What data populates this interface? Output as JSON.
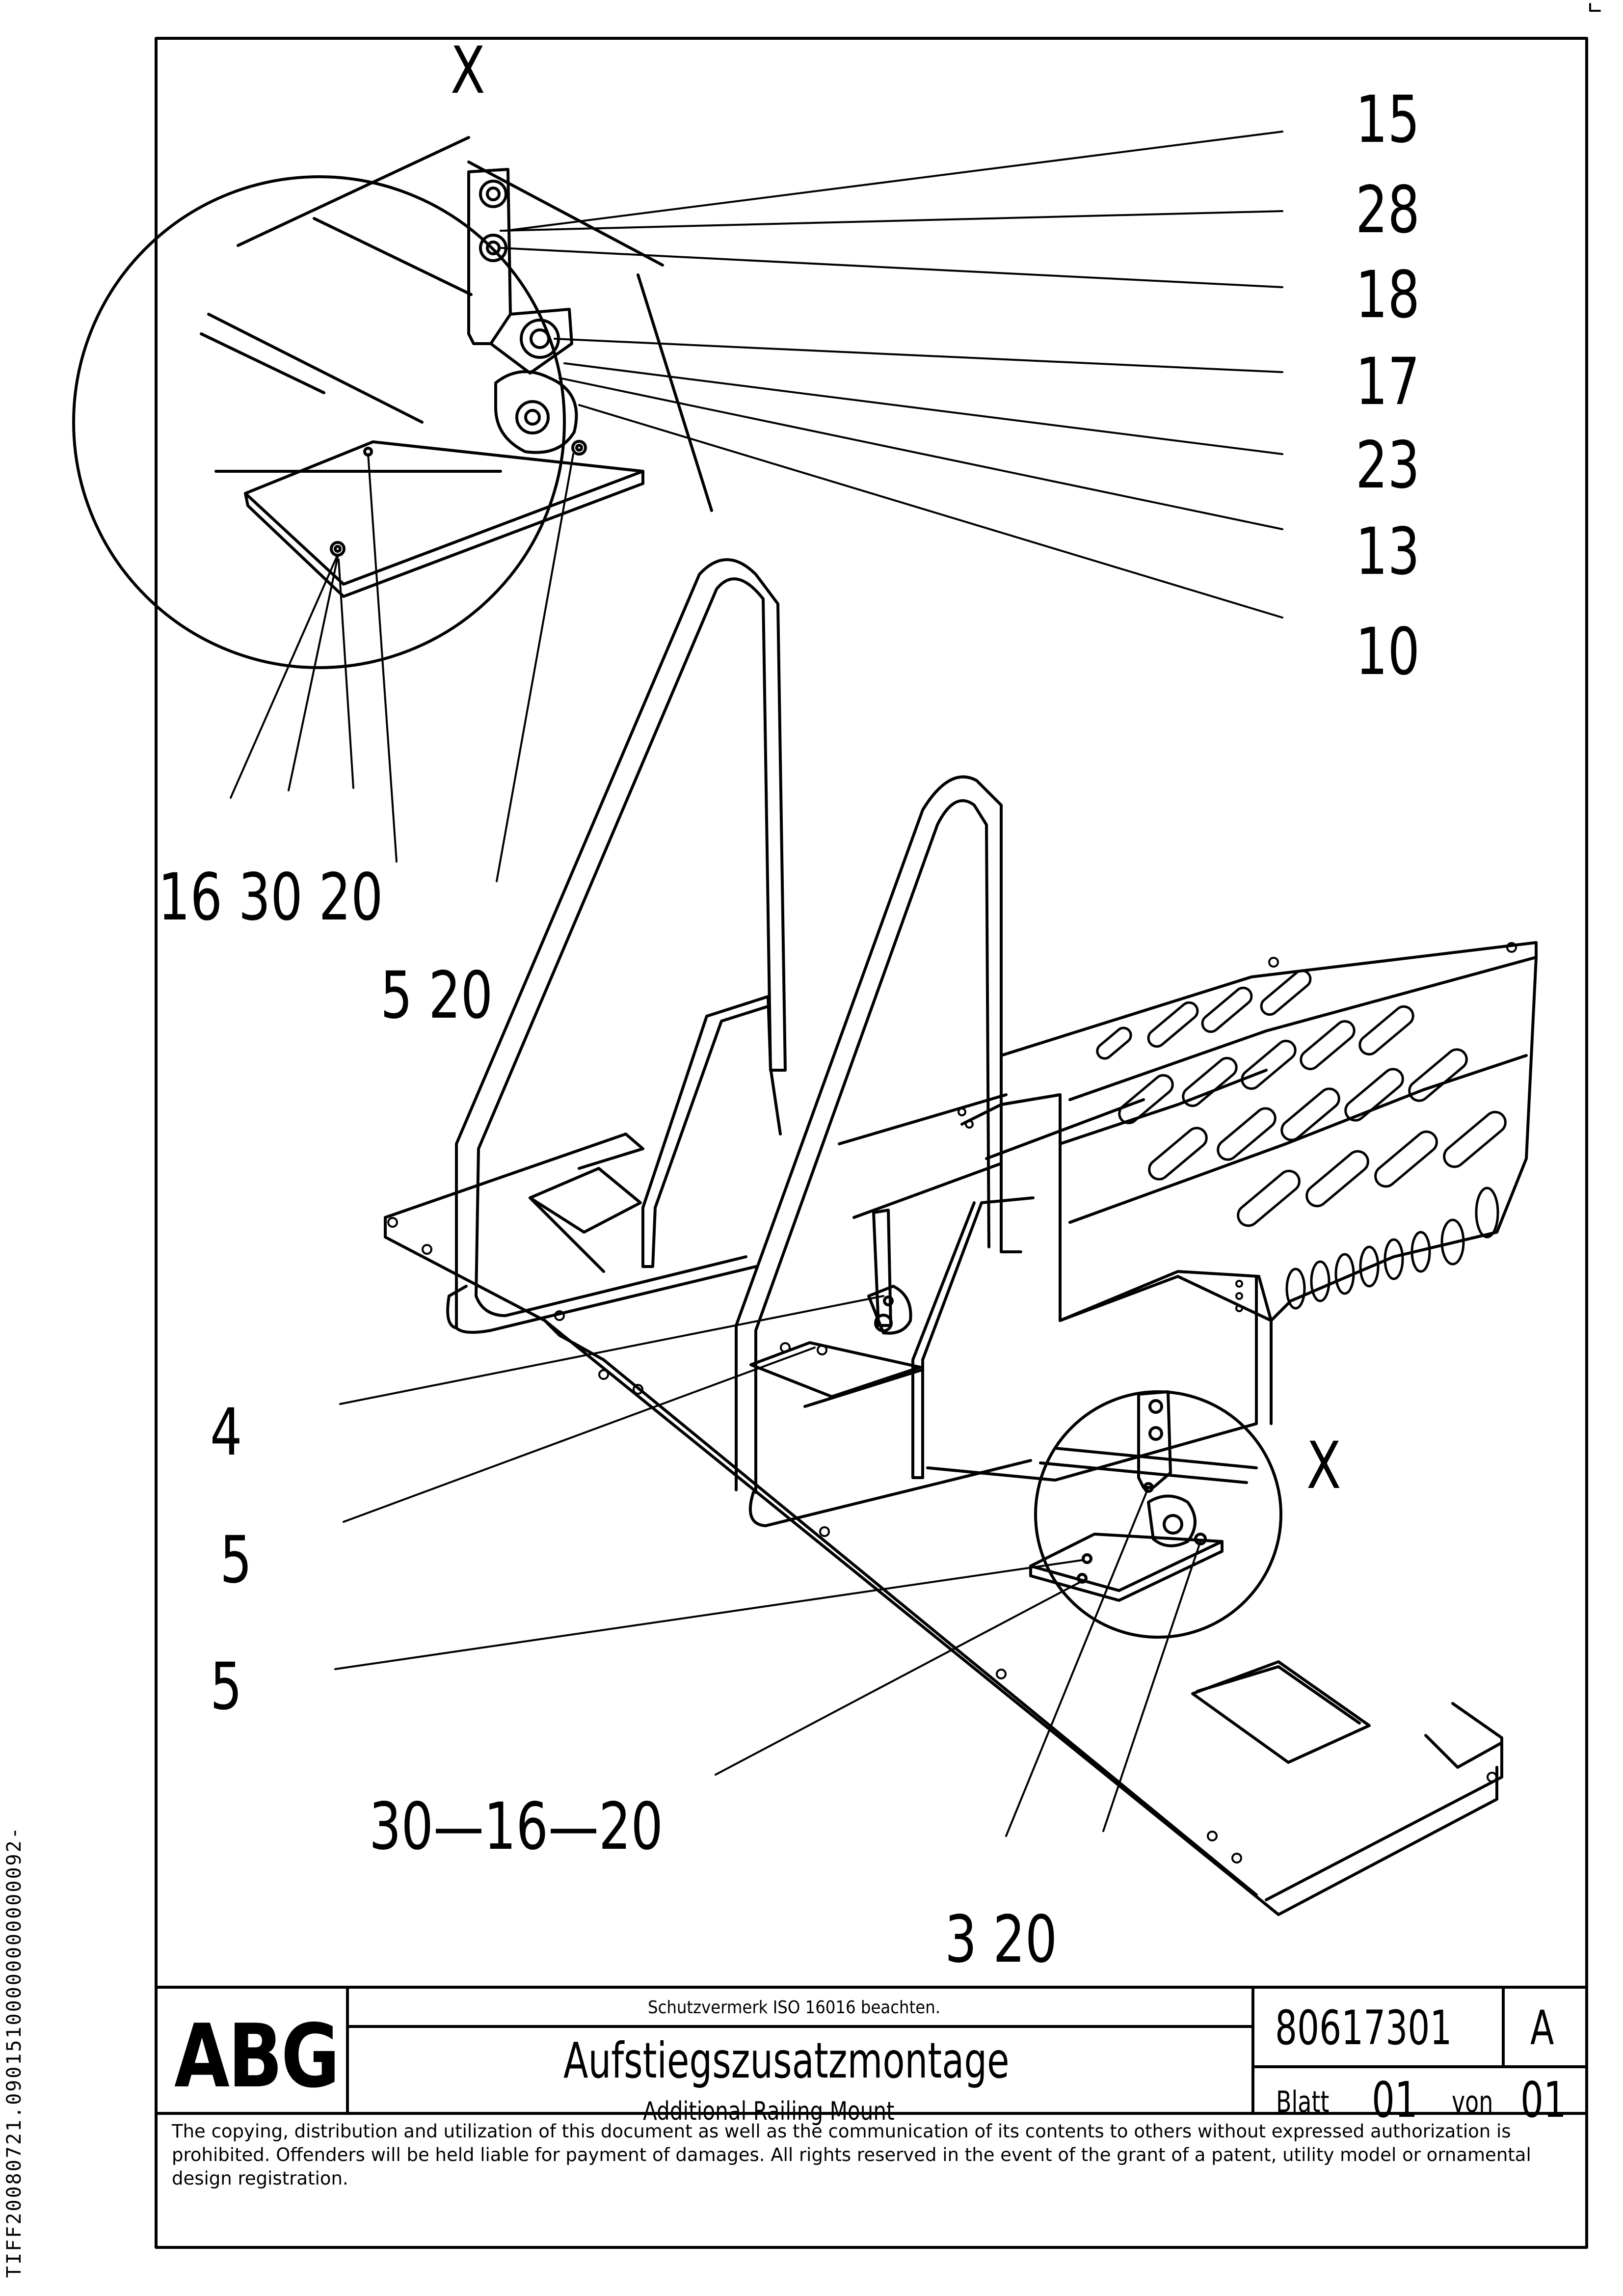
{
  "drawing": {
    "detail_markers": [
      "X",
      "X"
    ],
    "part_callouts": {
      "right_column": [
        "15",
        "28",
        "18",
        "17",
        "23",
        "13",
        "10"
      ],
      "detail_lower_left": "16 30 20",
      "detail_lower": "5 20",
      "left_column": [
        "4",
        "5",
        "5"
      ],
      "bottom_chain": "30—16—20",
      "bottom_right": "3  20"
    }
  },
  "title_block": {
    "logo": "ABG",
    "protection_note": "Schutzvermerk ISO 16016 beachten.",
    "title_de": "Aufstiegszusatzmontage",
    "title_en": "Additional Railing Mount",
    "drawing_number": "80617301",
    "revision": "A",
    "sheet_label": "Blatt",
    "sheet_number": "01",
    "of_label": "von",
    "total_sheets": "01",
    "copyright_notice": "The copying, distribution and utilization of this document as well as the communication of its contents to others without expressed authorization is prohibited. Offenders will be held liable for payment of damages. All rights reserved in the event of the grant of a patent, utility model or ornamental design registration."
  },
  "side_identifier": "TIFF20080721.09015100000000000092-"
}
